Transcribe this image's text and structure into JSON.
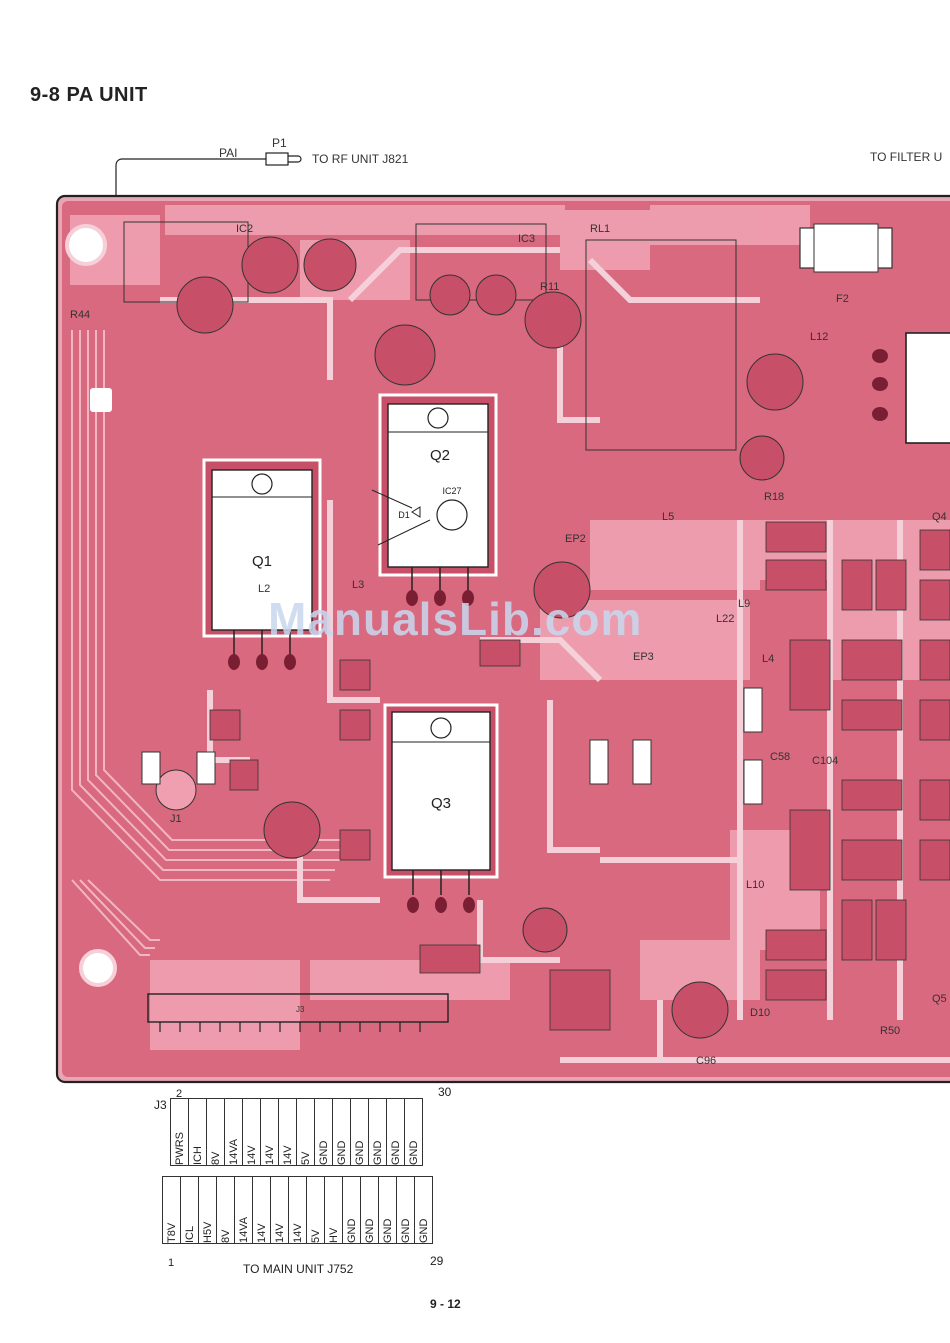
{
  "page": {
    "title": "9-8 PA UNIT",
    "page_number": "9 - 12",
    "watermark": "ManualsLib.com"
  },
  "connections": {
    "pai_label": "PAI",
    "p1_label": "P1",
    "rf_unit": "TO RF UNIT J821",
    "filter_unit": "TO FILTER U",
    "main_unit": "TO MAIN UNIT J752"
  },
  "components": {
    "q1": "Q1",
    "q2": "Q2",
    "q3": "Q3",
    "q4": "Q4",
    "q5": "Q5",
    "ic2": "IC2",
    "ic3": "IC3",
    "ic27": "IC27",
    "d1": "D1",
    "d10": "D10",
    "rl1": "RL1",
    "f2": "F2",
    "l2": "L2",
    "l3": "L3",
    "l4": "L4",
    "l5": "L5",
    "l9": "L9",
    "l10": "L10",
    "l12": "L12",
    "l22": "L22",
    "r11": "R11",
    "r18": "R18",
    "r44": "R44",
    "r50": "R50",
    "ep2": "EP2",
    "ep3": "EP3",
    "j1": "J1",
    "j3_board": "J3",
    "c96": "C96",
    "c58": "C58",
    "c104": "C104"
  },
  "j3": {
    "label": "J3",
    "top_start": "2",
    "top_end": "30",
    "bottom_start": "1",
    "bottom_end": "29",
    "top_row": [
      "PWRS",
      "ICH",
      "8V",
      "14VA",
      "14V",
      "14V",
      "14V",
      "5V",
      "GND",
      "GND",
      "GND",
      "GND",
      "GND",
      "GND"
    ],
    "bottom_row": [
      "T8V",
      "ICL",
      "H5V",
      "8V",
      "14VA",
      "14V",
      "14V",
      "14V",
      "5V",
      "HV",
      "GND",
      "GND",
      "GND",
      "GND",
      "GND"
    ]
  },
  "colors": {
    "board": "#d9697f",
    "copper_light": "#ef9fb0",
    "silk": "#f5d0d8",
    "outline": "#222222"
  }
}
